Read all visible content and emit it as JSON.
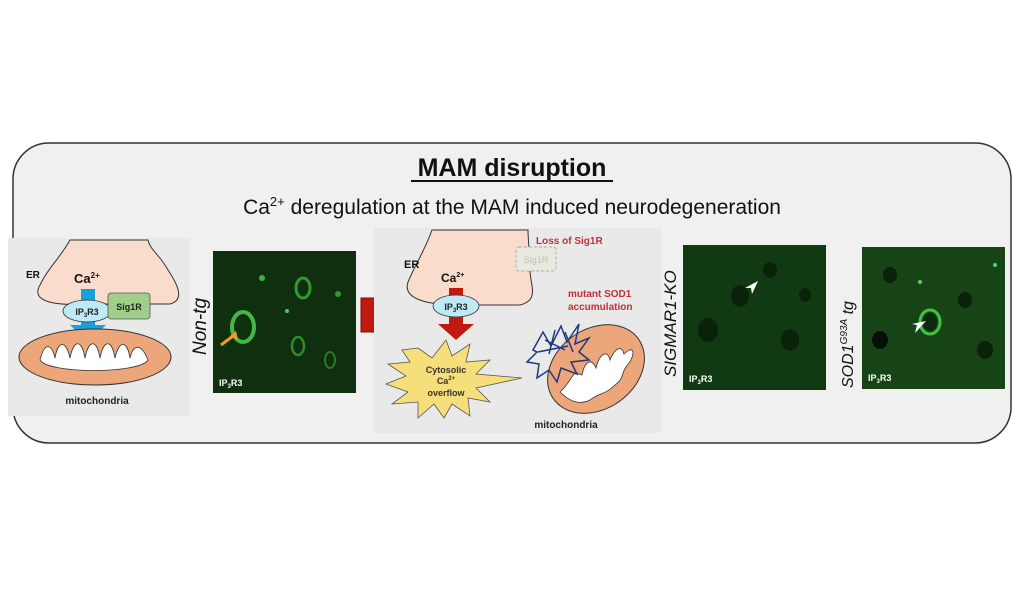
{
  "title": "MAM disruption",
  "subtitle": {
    "pre": "Ca",
    "sup": "2+",
    "post": " deregulation at the MAM induced neurodegeneration"
  },
  "left_panel": {
    "er_label": "ER",
    "ca_label": "Ca",
    "ca_sup": "2+",
    "ip3r3_label": {
      "pre": "IP",
      "sub": "3",
      "post": "R3"
    },
    "sig1r_label": "Sig1R",
    "mito_label": "mitochondria"
  },
  "micrographs": [
    {
      "condition_label": "Non-tg",
      "stain_label": {
        "pre": "IP",
        "sub": "3",
        "post": "R3"
      }
    },
    {
      "condition_label": "SIGMAR1-KO",
      "stain_label": {
        "pre": "IP",
        "sub": "3",
        "post": "R3"
      }
    },
    {
      "condition_label": {
        "pre": "SOD1",
        "sup": "G93A",
        "post": " tg"
      },
      "stain_label": {
        "pre": "IP",
        "sub": "3",
        "post": "R3"
      }
    }
  ],
  "middle_panel": {
    "er_label": "ER",
    "ca_label": "Ca",
    "ca_sup": "2+",
    "loss_label": "Loss of Sig1R",
    "sig1r_ghost_label": "Sig1R",
    "ip3r3_label": {
      "pre": "IP",
      "sub": "3",
      "post": "R3"
    },
    "overflow_label": {
      "line1": "Cytosolic",
      "line2_pre": "Ca",
      "line2_sup": "2+",
      "line3": "overflow"
    },
    "sod1_label": {
      "line1": "mutant SOD1",
      "line2": "accumulation"
    },
    "mito_label": "mitochondria"
  },
  "colors": {
    "er": "#f9dccb",
    "mito": "#eda57a",
    "ip3r3": "#bfe9f4",
    "sig1r": "#9fcf8a",
    "flux_normal": "#1aa1dc",
    "flux_disrupted": "#c01a10",
    "star": "#f6df7a",
    "text_red": "#c0303a",
    "aggregate": "#1e3a7a"
  }
}
